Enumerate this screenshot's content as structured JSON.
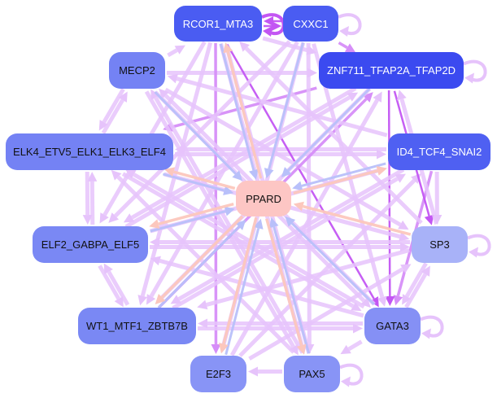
{
  "graph": {
    "nodes": [
      {
        "id": "RCOR1_MTA3",
        "label": "RCOR1_MTA3",
        "color": "#4a5cf2",
        "text": "#ffffff",
        "selfloop": true
      },
      {
        "id": "CXXC1",
        "label": "CXXC1",
        "color": "#4a5cf2",
        "text": "#ffffff",
        "selfloop": true
      },
      {
        "id": "MECP2",
        "label": "MECP2",
        "color": "#7482f4",
        "text": "#111111",
        "selfloop": false
      },
      {
        "id": "ZNF711_TFAP2A_TFAP2D",
        "label": "ZNF711_TFAP2A_TFAP2D",
        "color": "#3b4af0",
        "text": "#ffffff",
        "selfloop": true
      },
      {
        "id": "ELK4_ETV5_ELK1_ELK3_ELF4",
        "label": "ELK4_ETV5_ELK1_ELK3_ELF4",
        "color": "#7482f4",
        "text": "#111111",
        "selfloop": false
      },
      {
        "id": "ID4_TCF4_SNAI2",
        "label": "ID4_TCF4_SNAI2",
        "color": "#4f60f2",
        "text": "#ffffff",
        "selfloop": false
      },
      {
        "id": "PPARD",
        "label": "PPARD",
        "color": "#fdc6c4",
        "text": "#111111",
        "selfloop": false
      },
      {
        "id": "ELF2_GABPA_ELF5",
        "label": "ELF2_GABPA_ELF5",
        "color": "#7a88f4",
        "text": "#111111",
        "selfloop": false
      },
      {
        "id": "SP3",
        "label": "SP3",
        "color": "#a8b2f8",
        "text": "#111111",
        "selfloop": true
      },
      {
        "id": "WT1_MTF1_ZBTB7B",
        "label": "WT1_MTF1_ZBTB7B",
        "color": "#7a88f4",
        "text": "#111111",
        "selfloop": false
      },
      {
        "id": "GATA3",
        "label": "GATA3",
        "color": "#8590f5",
        "text": "#111111",
        "selfloop": true
      },
      {
        "id": "E2F3",
        "label": "E2F3",
        "color": "#8894f6",
        "text": "#111111",
        "selfloop": false
      },
      {
        "id": "PAX5",
        "label": "PAX5",
        "color": "#8894f6",
        "text": "#111111",
        "selfloop": true
      }
    ],
    "edge_colors": {
      "light": "#e6c3fb",
      "medium": "#d68ef8",
      "strong": "#c356f3",
      "blue": "#b8c0fa",
      "salmon": "#fcc7bd"
    },
    "edges": [
      [
        "RCOR1_MTA3",
        "CXXC1",
        "strong"
      ],
      [
        "CXXC1",
        "RCOR1_MTA3",
        "strong"
      ],
      [
        "CXXC1",
        "ZNF711_TFAP2A_TFAP2D",
        "medium"
      ],
      [
        "RCOR1_MTA3",
        "ZNF711_TFAP2A_TFAP2D",
        "light"
      ],
      [
        "MECP2",
        "RCOR1_MTA3",
        "light"
      ],
      [
        "MECP2",
        "ZNF711_TFAP2A_TFAP2D",
        "light"
      ],
      [
        "MECP2",
        "ELK4_ETV5_ELK1_ELK3_ELF4",
        "light"
      ],
      [
        "ELK4_ETV5_ELK1_ELK3_ELF4",
        "MECP2",
        "light"
      ],
      [
        "ELK4_ETV5_ELK1_ELK3_ELF4",
        "ELF2_GABPA_ELF5",
        "light"
      ],
      [
        "ELF2_GABPA_ELF5",
        "ELK4_ETV5_ELK1_ELK3_ELF4",
        "light"
      ],
      [
        "ELF2_GABPA_ELF5",
        "WT1_MTF1_ZBTB7B",
        "light"
      ],
      [
        "WT1_MTF1_ZBTB7B",
        "ELF2_GABPA_ELF5",
        "light"
      ],
      [
        "PAX5",
        "E2F3",
        "light"
      ],
      [
        "GATA3",
        "PAX5",
        "light"
      ],
      [
        "SP3",
        "GATA3",
        "light"
      ],
      [
        "GATA3",
        "SP3",
        "light"
      ],
      [
        "ID4_TCF4_SNAI2",
        "SP3",
        "light"
      ],
      [
        "ID4_TCF4_SNAI2",
        "GATA3",
        "medium"
      ],
      [
        "ZNF711_TFAP2A_TFAP2D",
        "GATA3",
        "strong"
      ],
      [
        "ZNF711_TFAP2A_TFAP2D",
        "ELK4_ETV5_ELK1_ELK3_ELF4",
        "medium"
      ],
      [
        "ID4_TCF4_SNAI2",
        "ELK4_ETV5_ELK1_ELK3_ELF4",
        "light"
      ],
      [
        "ELK4_ETV5_ELK1_ELK3_ELF4",
        "ID4_TCF4_SNAI2",
        "light"
      ],
      [
        "RCOR1_MTA3",
        "GATA3",
        "strong"
      ],
      [
        "RCOR1_MTA3",
        "E2F3",
        "medium"
      ],
      [
        "CXXC1",
        "WT1_MTF1_ZBTB7B",
        "light"
      ],
      [
        "CXXC1",
        "PAX5",
        "light"
      ],
      [
        "MECP2",
        "GATA3",
        "light"
      ],
      [
        "MECP2",
        "SP3",
        "light"
      ],
      [
        "MECP2",
        "PAX5",
        "light"
      ],
      [
        "ELK4_ETV5_ELK1_ELK3_ELF4",
        "SP3",
        "light"
      ],
      [
        "ELK4_ETV5_ELK1_ELK3_ELF4",
        "GATA3",
        "light"
      ],
      [
        "ELF2_GABPA_ELF5",
        "SP3",
        "light"
      ],
      [
        "ELF2_GABPA_ELF5",
        "ID4_TCF4_SNAI2",
        "light"
      ],
      [
        "ELF2_GABPA_ELF5",
        "ZNF711_TFAP2A_TFAP2D",
        "light"
      ],
      [
        "WT1_MTF1_ZBTB7B",
        "ZNF711_TFAP2A_TFAP2D",
        "medium"
      ],
      [
        "WT1_MTF1_ZBTB7B",
        "ID4_TCF4_SNAI2",
        "light"
      ],
      [
        "WT1_MTF1_ZBTB7B",
        "GATA3",
        "light"
      ],
      [
        "E2F3",
        "ZNF711_TFAP2A_TFAP2D",
        "light"
      ],
      [
        "E2F3",
        "ID4_TCF4_SNAI2",
        "light"
      ],
      [
        "E2F3",
        "SP3",
        "light"
      ],
      [
        "PAX5",
        "MECP2",
        "light"
      ],
      [
        "PAX5",
        "RCOR1_MTA3",
        "light"
      ],
      [
        "PAX5",
        "ELK4_ETV5_ELK1_ELK3_ELF4",
        "light"
      ],
      [
        "GATA3",
        "MECP2",
        "light"
      ],
      [
        "GATA3",
        "ELK4_ETV5_ELK1_ELK3_ELF4",
        "light"
      ],
      [
        "GATA3",
        "ELF2_GABPA_ELF5",
        "light"
      ],
      [
        "GATA3",
        "WT1_MTF1_ZBTB7B",
        "light"
      ],
      [
        "SP3",
        "ELF2_GABPA_ELF5",
        "light"
      ],
      [
        "SP3",
        "WT1_MTF1_ZBTB7B",
        "light"
      ],
      [
        "SP3",
        "RCOR1_MTA3",
        "light"
      ],
      [
        "ID4_TCF4_SNAI2",
        "WT1_MTF1_ZBTB7B",
        "light"
      ],
      [
        "ID4_TCF4_SNAI2",
        "MECP2",
        "light"
      ],
      [
        "ZNF711_TFAP2A_TFAP2D",
        "ELF2_GABPA_ELF5",
        "light"
      ],
      [
        "ZNF711_TFAP2A_TFAP2D",
        "WT1_MTF1_ZBTB7B",
        "light"
      ],
      [
        "RCOR1_MTA3",
        "ELF2_GABPA_ELF5",
        "light"
      ],
      [
        "RCOR1_MTA3",
        "WT1_MTF1_ZBTB7B",
        "light"
      ],
      [
        "RCOR1_MTA3",
        "PAX5",
        "light"
      ],
      [
        "CXXC1",
        "ELF2_GABPA_ELF5",
        "light"
      ],
      [
        "CXXC1",
        "E2F3",
        "light"
      ],
      [
        "CXXC1",
        "GATA3",
        "light"
      ],
      [
        "ZNF711_TFAP2A_TFAP2D",
        "PPARD",
        "blue"
      ],
      [
        "ID4_TCF4_SNAI2",
        "PPARD",
        "blue"
      ],
      [
        "SP3",
        "PPARD",
        "salmon"
      ],
      [
        "GATA3",
        "PPARD",
        "blue"
      ],
      [
        "PAX5",
        "PPARD",
        "blue"
      ],
      [
        "E2F3",
        "PPARD",
        "blue"
      ],
      [
        "WT1_MTF1_ZBTB7B",
        "PPARD",
        "blue"
      ],
      [
        "ELF2_GABPA_ELF5",
        "PPARD",
        "blue"
      ],
      [
        "ELK4_ETV5_ELK1_ELK3_ELF4",
        "PPARD",
        "blue"
      ],
      [
        "MECP2",
        "PPARD",
        "blue"
      ],
      [
        "RCOR1_MTA3",
        "PPARD",
        "blue"
      ],
      [
        "CXXC1",
        "PPARD",
        "blue"
      ],
      [
        "PPARD",
        "ELK4_ETV5_ELK1_ELK3_ELF4",
        "salmon"
      ],
      [
        "PPARD",
        "ID4_TCF4_SNAI2",
        "salmon"
      ],
      [
        "PPARD",
        "RCOR1_MTA3",
        "salmon"
      ],
      [
        "PPARD",
        "WT1_MTF1_ZBTB7B",
        "salmon"
      ],
      [
        "PPARD",
        "PAX5",
        "salmon"
      ],
      [
        "PPARD",
        "E2F3",
        "salmon"
      ],
      [
        "PPARD",
        "ELF2_GABPA_ELF5",
        "salmon"
      ],
      [
        "ZNF711_TFAP2A_TFAP2D",
        "SP3",
        "strong"
      ],
      [
        "SP3",
        "ZNF711_TFAP2A_TFAP2D",
        "light"
      ]
    ]
  }
}
